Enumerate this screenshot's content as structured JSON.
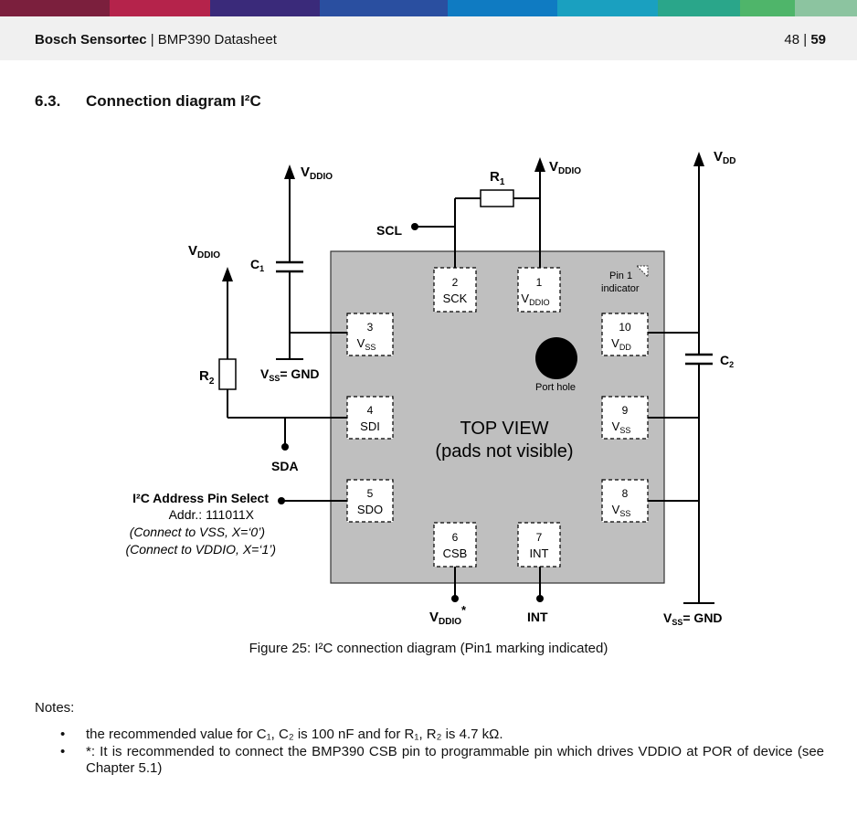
{
  "header": {
    "company": "Bosch Sensortec",
    "separator": " | ",
    "doc_title": "BMP390 Datasheet",
    "page_current": "48",
    "page_sep": " | ",
    "page_total": "59"
  },
  "brand_colors": [
    "#7b1f3d",
    "#b5234b",
    "#3a2a7a",
    "#2a4fa0",
    "#0f7bc2",
    "#1aa0c0",
    "#2aa68a",
    "#4fb56a",
    "#8cc4a0"
  ],
  "section": {
    "number": "6.3.",
    "title": "Connection diagram I²C"
  },
  "chip": {
    "center_text_1": "TOP VIEW",
    "center_text_2": "(pads not visible)",
    "port_hole": "Port hole",
    "pin1_indicator_1": "Pin 1",
    "pin1_indicator_2": "indicator",
    "pads": [
      {
        "num": "1",
        "name": "V",
        "sub": "DDIO"
      },
      {
        "num": "2",
        "name": "SCK",
        "sub": ""
      },
      {
        "num": "3",
        "name": "V",
        "sub": "SS"
      },
      {
        "num": "4",
        "name": "SDI",
        "sub": ""
      },
      {
        "num": "5",
        "name": "SDO",
        "sub": ""
      },
      {
        "num": "6",
        "name": "CSB",
        "sub": ""
      },
      {
        "num": "7",
        "name": "INT",
        "sub": ""
      },
      {
        "num": "8",
        "name": "V",
        "sub": "SS"
      },
      {
        "num": "9",
        "name": "V",
        "sub": "SS"
      },
      {
        "num": "10",
        "name": "V",
        "sub": "DD"
      }
    ]
  },
  "labels": {
    "v": "V",
    "ddio": "DDIO",
    "dd": "DD",
    "ss": "SS",
    "gnd_suffix": "= GND",
    "r": "R",
    "c": "C",
    "one": "1",
    "two": "2",
    "scl": "SCL",
    "sda": "SDA",
    "int": "INT",
    "star": "*",
    "addr_title": "I²C Address Pin Select",
    "addr_line1": "Addr.: 111011X",
    "addr_line2": "(Connect to VSS, X=‘0’)",
    "addr_line3": "(Connect to VDDIO, X=‘1’)"
  },
  "caption": "Figure 25: I²C connection diagram (Pin1 marking indicated)",
  "notes": {
    "title": "Notes:",
    "items": [
      {
        "text": "the recommended value for C₁, C₂ is 100 nF and for R₁, R₂ is 4.7 kΩ."
      },
      {
        "text": "*: It is recommended to connect the BMP390 CSB pin to programmable pin which drives VDDIO at POR of device (see Chapter 5.1)"
      }
    ]
  }
}
